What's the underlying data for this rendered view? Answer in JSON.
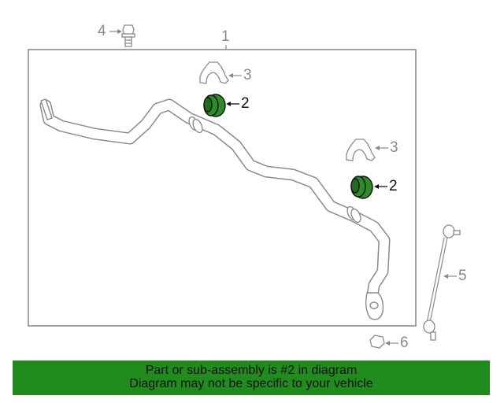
{
  "callouts": {
    "c1": "1",
    "c2a": "2",
    "c2b": "2",
    "c3a": "3",
    "c3b": "3",
    "c4": "4",
    "c5": "5",
    "c6": "6"
  },
  "parts": {
    "highlight_color": "#2e8b2a",
    "outline_color": "#7a7a7a"
  },
  "banner": {
    "line1": "Part or sub-assembly is #2 in diagram",
    "line2": "Diagram may not be specific to your vehicle",
    "background": "#228b1e"
  }
}
